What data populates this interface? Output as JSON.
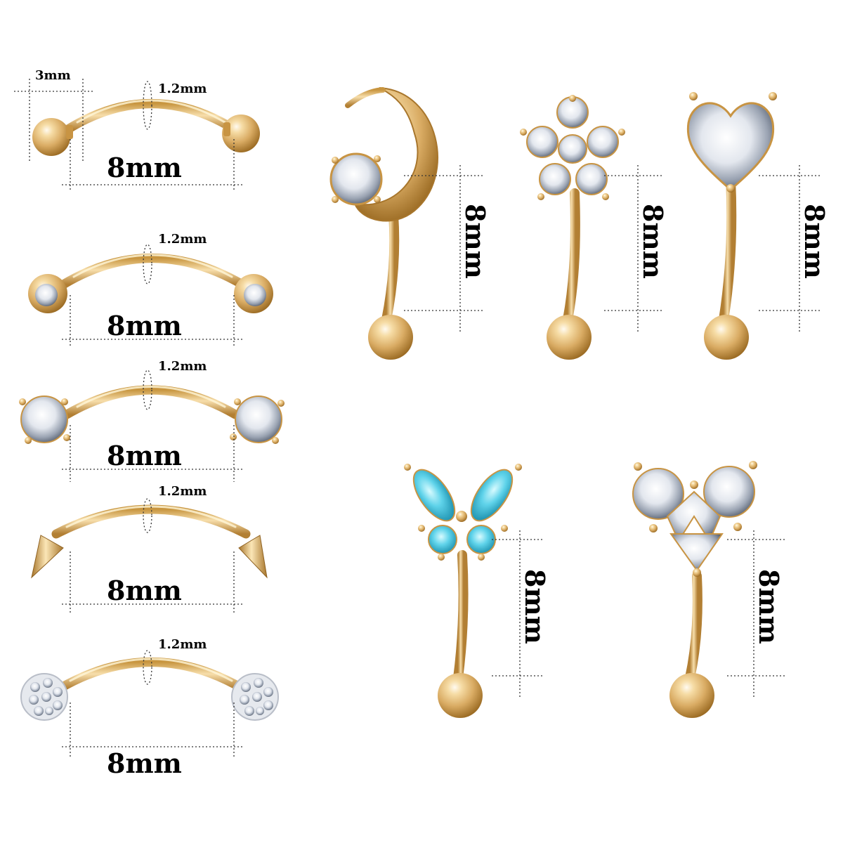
{
  "colors": {
    "gold": "#d9ab63",
    "gold_dark": "#a8762c",
    "gold_light": "#fbe6b6",
    "aqua_stone": "#3fc4df",
    "clear_stone": "#f2f4f7"
  },
  "labels": {
    "ball_size": "3mm",
    "gauge": "1.2mm",
    "length": "8mm"
  },
  "left_column": [
    {
      "end_type": "gold-ball"
    },
    {
      "end_type": "bezel-crystal"
    },
    {
      "end_type": "prong-crystal"
    },
    {
      "end_type": "spike"
    },
    {
      "end_type": "pave-ball"
    }
  ],
  "right_items": [
    {
      "top": "moon-with-crystal"
    },
    {
      "top": "crystal-flower"
    },
    {
      "top": "heart-crystal"
    },
    {
      "top": "aqua-butterfly"
    },
    {
      "top": "crystal-heart-cluster"
    }
  ]
}
